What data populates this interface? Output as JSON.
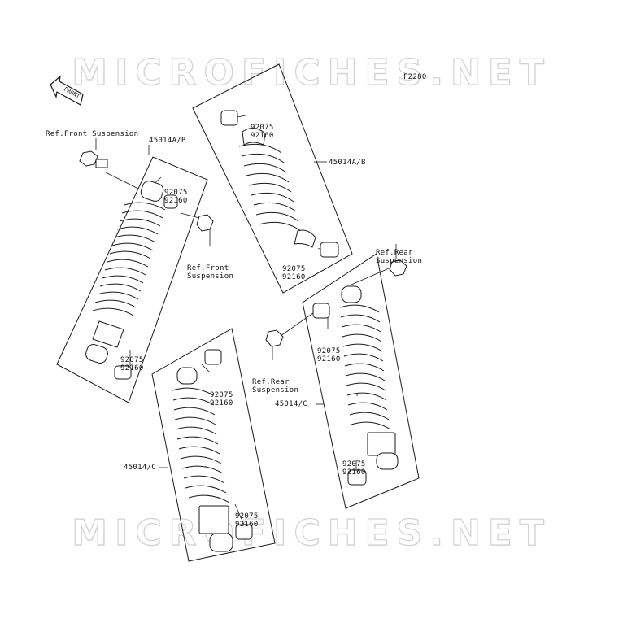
{
  "watermark": {
    "text": "MICROFICHES.NET"
  },
  "diagram_code": "F2280",
  "front_arrow_label": "FRONT",
  "labels": {
    "ref_front_top": "Ref.Front Suspension",
    "part_45014ab_left": "45014A/B",
    "part_45014ab_right": "45014A/B",
    "part_45014c_left": "45014/C",
    "part_45014c_right": "45014/C",
    "ref_front_mid": [
      "Ref.Front",
      "Suspension"
    ],
    "ref_rear_top": [
      "Ref.Rear",
      "Suspension"
    ],
    "ref_rear_mid": [
      "Ref.Rear",
      "Suspension"
    ],
    "bushing_pair": [
      "92075",
      "92160"
    ]
  }
}
